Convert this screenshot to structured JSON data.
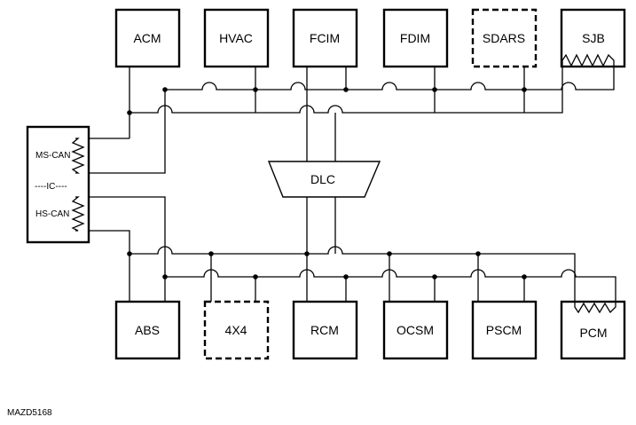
{
  "top_modules": [
    {
      "label": "ACM",
      "dashed": false
    },
    {
      "label": "HVAC",
      "dashed": false
    },
    {
      "label": "FCIM",
      "dashed": false
    },
    {
      "label": "FDIM",
      "dashed": false
    },
    {
      "label": "SDARS",
      "dashed": true
    },
    {
      "label": "SJB",
      "dashed": false
    }
  ],
  "bottom_modules": [
    {
      "label": "ABS",
      "dashed": false
    },
    {
      "label": "4X4",
      "dashed": true
    },
    {
      "label": "RCM",
      "dashed": false
    },
    {
      "label": "OCSM",
      "dashed": false
    },
    {
      "label": "PSCM",
      "dashed": false
    },
    {
      "label": "PCM",
      "dashed": false
    }
  ],
  "ic": {
    "ms_can_label": "MS-CAN",
    "ic_label": "----IC----",
    "hs_can_label": "HS-CAN"
  },
  "dlc": {
    "label": "DLC"
  },
  "figure_code": "MAZD5168"
}
